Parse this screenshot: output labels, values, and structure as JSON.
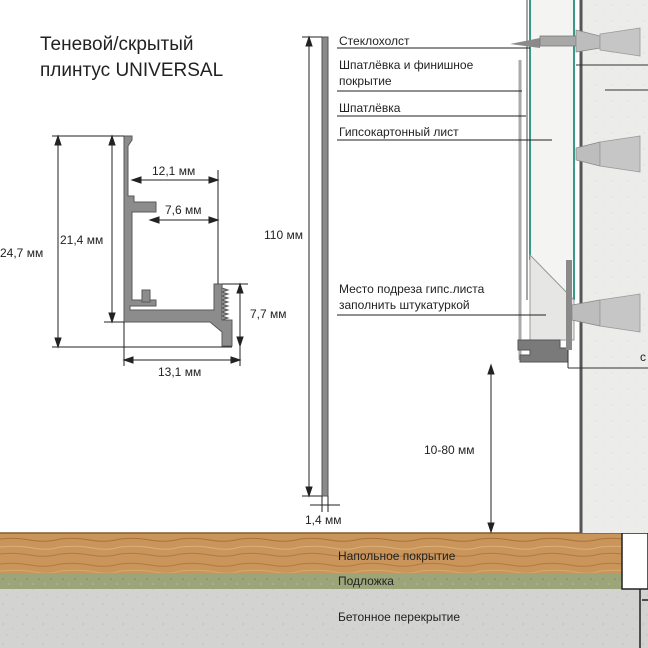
{
  "title": {
    "line1": "Теневой/скрытый",
    "line2": "плинтус UNIVERSAL"
  },
  "profile_dimensions": {
    "d_24_7": "24,7 мм",
    "d_21_4": "21,4 мм",
    "d_12_1": "12,1 мм",
    "d_7_6": "7,6 мм",
    "d_7_7": "7,7 мм",
    "d_13_1": "13,1 мм",
    "d_110": "110 мм",
    "d_1_4": "1,4 мм",
    "d_10_80": "10-80 мм"
  },
  "wall_layers": {
    "fiberglass": "Стеклохолст",
    "putty_finish_1": "Шпатлёвка и финишное",
    "putty_finish_2": "покрытие",
    "putty": "Шпатлёвка",
    "drywall": "Гипсокартонный лист",
    "cut_1": "Место подреза гипс.листа",
    "cut_2": "заполнить штукатуркой",
    "cut_off": "с"
  },
  "floor_layers": {
    "flooring": "Напольное покрытие",
    "underlay": "Подложка",
    "concrete": "Бетонное перекрытие"
  }
}
